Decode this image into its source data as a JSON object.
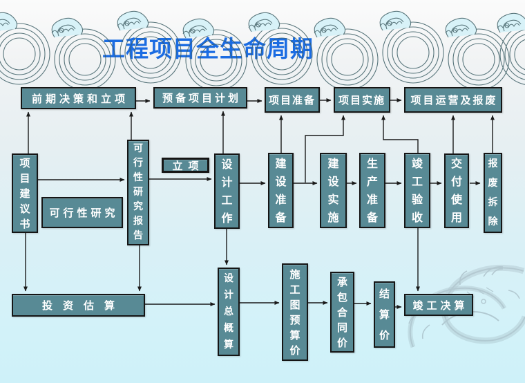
{
  "slide": {
    "title": "工程项目全生命周期"
  },
  "colors": {
    "title": "#1b6ce2",
    "node_fill": "#588a95",
    "node_border": "#151515",
    "node_text": "#ffffff",
    "connector": "#1a1a1a",
    "wave_outline": "#3d5f66",
    "dragon_watermark": "#8a9aa4"
  },
  "nodes": {
    "early_decision": "前期决策和立项",
    "preliminary_plan": "预备项目计划",
    "project_preparation": "项目准备",
    "project_implementation": "项目实施",
    "operation_and_disposal": "项目运营及报废",
    "project_proposal": "项目建议书",
    "feasibility_study": "可行性研究",
    "feasibility_report": "可行性研究报告",
    "approval": "立项",
    "design_work": "设计工作",
    "construction_preparation": "建设准备",
    "construction_implementation": "建设实施",
    "production_preparation": "生产准备",
    "completion_acceptance": "竣工验收",
    "handover_use": "交付使用",
    "disposal_demolition": "报废拆除",
    "investment_estimate": "投资估算",
    "design_budget": "设计总概算",
    "working_drawing_budget": "施工图预算价",
    "contract_price": "承包合同价",
    "settlement_price": "结算价",
    "final_account": "竣工决算"
  },
  "edges": [
    "early_decision->preliminary_plan",
    "preliminary_plan->project_preparation",
    "project_preparation->project_implementation",
    "project_implementation->operation_and_disposal",
    "project_proposal->feasibility_report",
    "feasibility_report->design_work",
    "design_work->construction_preparation",
    "construction_preparation->construction_implementation",
    "construction_implementation->production_preparation",
    "production_preparation->completion_acceptance",
    "completion_acceptance->handover_use",
    "handover_use->disposal_demolition",
    "project_proposal->early_decision",
    "feasibility_report->early_decision",
    "design_work->preliminary_plan",
    "construction_preparation->project_preparation",
    "construction_boundary->project_implementation",
    "completion_acceptance->project_implementation",
    "handover_use->operation_and_disposal",
    "disposal_demolition->operation_and_disposal",
    "project_proposal->investment_estimate",
    "feasibility_report->investment_estimate",
    "design_work->design_budget",
    "completion_acceptance->final_account",
    "investment_estimate->design_budget",
    "design_budget->working_drawing_budget",
    "working_drawing_budget->contract_price",
    "contract_price->settlement_price",
    "settlement_price->final_account"
  ]
}
